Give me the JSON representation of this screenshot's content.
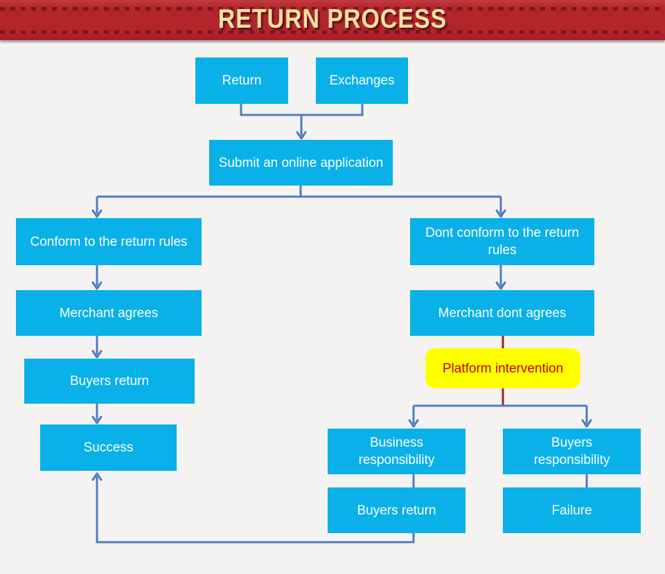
{
  "banner": {
    "title": "RETURN PROCESS",
    "background_color": "#b2252b",
    "stitch_color": "#7d151a",
    "title_color": "#f5e3a4"
  },
  "colors": {
    "node_fill": "#0ab0e8",
    "node_text": "#ffffff",
    "connector_blue": "#4d7cbd",
    "connector_red": "#9e1e23",
    "platform_fill": "#ffff00",
    "platform_text": "#c00000",
    "page_background": "#f4f3f2"
  },
  "nodes": {
    "return_box": {
      "label": "Return"
    },
    "exchanges": {
      "label": "Exchanges"
    },
    "submit": {
      "label": "Submit an online application"
    },
    "conform": {
      "label": "Conform to the return rules"
    },
    "dont_conform": {
      "label": "Dont conform to the return rules"
    },
    "merchant_agrees": {
      "label": "Merchant agrees"
    },
    "merchant_dont_agrees": {
      "label": "Merchant dont agrees"
    },
    "platform_intervention": {
      "label": "Platform intervention"
    },
    "buyers_return_left": {
      "label": "Buyers return"
    },
    "success": {
      "label": "Success"
    },
    "business_responsibility": {
      "label": "Business responsibility"
    },
    "buyers_responsibility": {
      "label": "Buyers responsibility"
    },
    "buyers_return_right": {
      "label": "Buyers return"
    },
    "failure": {
      "label": "Failure"
    }
  }
}
